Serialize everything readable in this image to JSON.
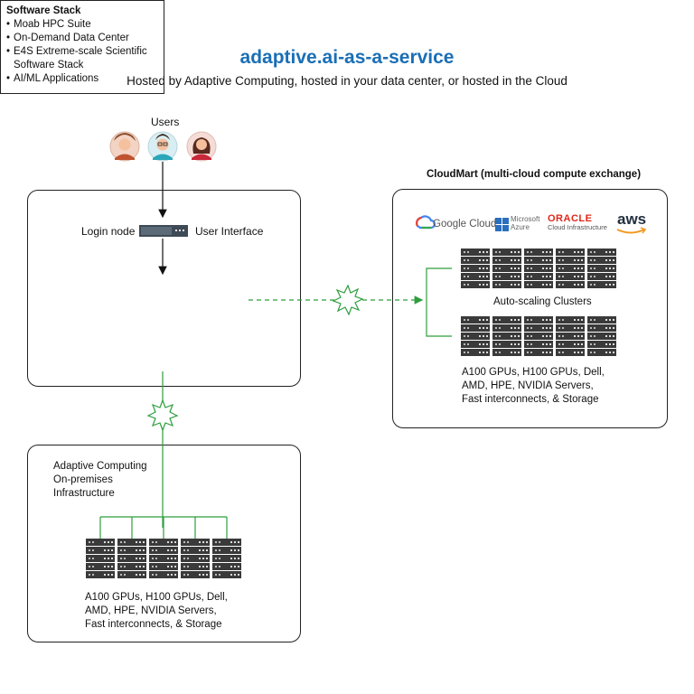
{
  "header": {
    "title": "adaptive.ai-as-a-service",
    "subtitle": "Hosted by Adaptive Computing, hosted in your data center, or hosted in the Cloud"
  },
  "users": {
    "label": "Users",
    "avatars": [
      "user-man-icon",
      "user-man-glasses-icon",
      "user-woman-icon"
    ]
  },
  "hosted": {
    "login_node": "Login node",
    "user_interface": "User Interface",
    "software_stack": {
      "heading": "Software Stack",
      "items": [
        "Moab HPC Suite",
        "On-Demand Data Center",
        "E4S Extreme-scale Scientific Software Stack",
        "AI/ML Applications"
      ]
    }
  },
  "onprem": {
    "title_lines": [
      "Adaptive Computing",
      "On-premises",
      "Infrastructure"
    ],
    "hardware_lines": [
      "A100 GPUs, H100 GPUs, Dell,",
      "AMD, HPE, NVIDIA Servers,",
      "Fast interconnects, & Storage"
    ]
  },
  "cloudmart": {
    "title": "CloudMart (multi-cloud compute exchange)",
    "providers": {
      "google": "Google Cloud",
      "microsoft": "Microsoft",
      "azure": "Azure",
      "oracle": "ORACLE",
      "oracle_sub": "Cloud Infrastructure",
      "aws": "aws"
    },
    "clusters_label": "Auto-scaling Clusters",
    "hardware_lines": [
      "A100 GPUs, H100 GPUs, Dell,",
      "AMD, HPE, NVIDIA Servers,",
      "Fast interconnects, & Storage"
    ]
  },
  "colors": {
    "title": "#1a6fb5",
    "connector": "#2e9e3e",
    "server": "#3a3a3a"
  }
}
